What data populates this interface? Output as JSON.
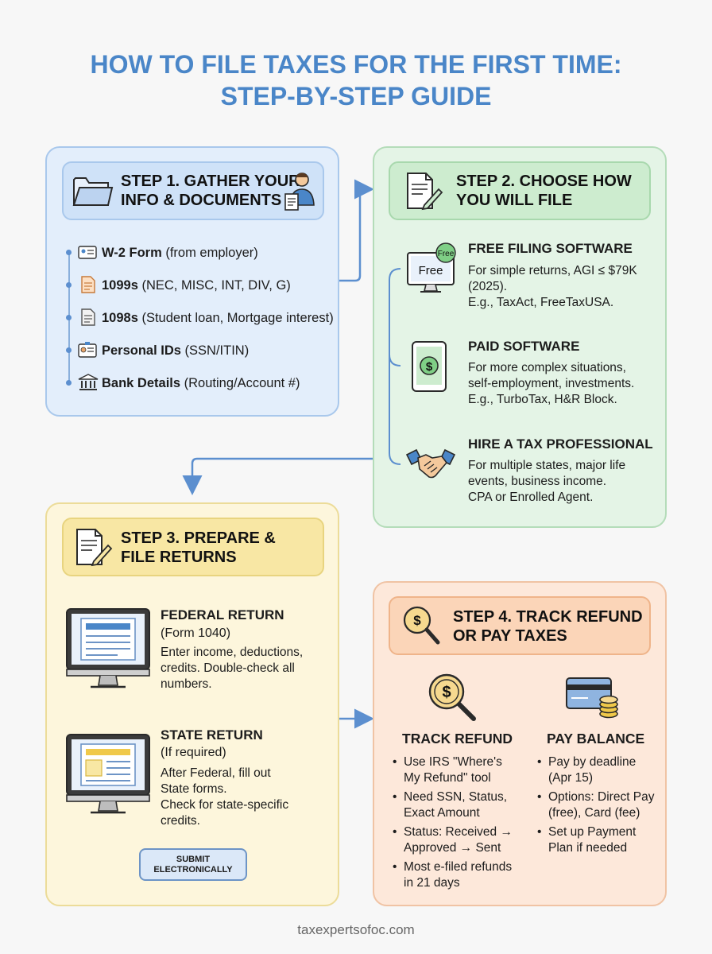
{
  "title": {
    "line1": "HOW TO FILE TAXES FOR THE FIRST TIME:",
    "line2": "STEP-BY-STEP GUIDE"
  },
  "step1": {
    "line1": "STEP 1. GATHER YOUR",
    "line2": "INFO & DOCUMENTS",
    "items": [
      {
        "label": "W-2 Form",
        "detail": " (from employer)",
        "icon": "id-card-icon"
      },
      {
        "label": "1099s",
        "detail": " (NEC, MISC, INT, DIV, G)",
        "icon": "document-icon"
      },
      {
        "label": "1098s",
        "detail": " (Student loan, Mortgage interest)",
        "icon": "document-icon"
      },
      {
        "label": "Personal IDs",
        "detail": " (SSN/ITIN)",
        "icon": "id-badge-icon"
      },
      {
        "label": "Bank Details",
        "detail": " (Routing/Account #)",
        "icon": "bank-icon"
      }
    ]
  },
  "step2": {
    "line1": "STEP 2. CHOOSE HOW",
    "line2": "YOU WILL FILE",
    "options": [
      {
        "title": "FREE FILING SOFTWARE",
        "desc": [
          "For simple returns, AGI ≤ $79K",
          "(2025).",
          "E.g., TaxAct, FreeTaxUSA."
        ],
        "icon_text": "Free",
        "badge": "Free"
      },
      {
        "title": "PAID SOFTWARE",
        "desc": [
          "For more complex situations,",
          "self-employment, investments.",
          "E.g., TurboTax, H&R Block."
        ],
        "icon_text": "$"
      },
      {
        "title": "HIRE A TAX PROFESSIONAL",
        "desc": [
          "For multiple states, major life",
          "events, business income.",
          "CPA or Enrolled Agent."
        ]
      }
    ]
  },
  "step3": {
    "line1": "STEP 3. PREPARE &",
    "line2": "FILE RETURNS",
    "federal": {
      "title": "FEDERAL RETURN",
      "sub": "(Form 1040)",
      "desc": [
        "Enter income, deductions,",
        "credits. Double-check all",
        "numbers."
      ]
    },
    "state": {
      "title": "STATE RETURN",
      "sub": "(If required)",
      "desc": [
        "After Federal, fill out",
        "State forms.",
        "Check for state-specific",
        "credits."
      ]
    },
    "button": {
      "line1": "SUBMIT",
      "line2": "ELECTRONICALLY"
    }
  },
  "step4": {
    "line1": "STEP 4. TRACK REFUND",
    "line2": "OR PAY TAXES",
    "icon_text": "$",
    "track": {
      "title": "TRACK REFUND",
      "bullets": [
        [
          "Use IRS \"Where's",
          "My Refund\" tool"
        ],
        [
          "Need SSN, Status,",
          "Exact Amount"
        ],
        [
          "Status: Received →",
          "Approved → Sent"
        ],
        [
          "Most e-filed refunds",
          "in 21 days"
        ]
      ]
    },
    "pay": {
      "title": "PAY BALANCE",
      "bullets": [
        [
          "Pay by deadline",
          "(Apr 15)"
        ],
        [
          "Options: Direct Pay",
          "(free), Card (fee)"
        ],
        [
          "Set up Payment",
          "Plan if needed"
        ]
      ]
    }
  },
  "footer": "taxexpertsofoc.com",
  "colors": {
    "title": "#4a86c8",
    "step1": "#e3eefb",
    "step2": "#e4f4e6",
    "step3": "#fdf6dc",
    "step4": "#fde8da",
    "connector": "#5c8fcf"
  }
}
